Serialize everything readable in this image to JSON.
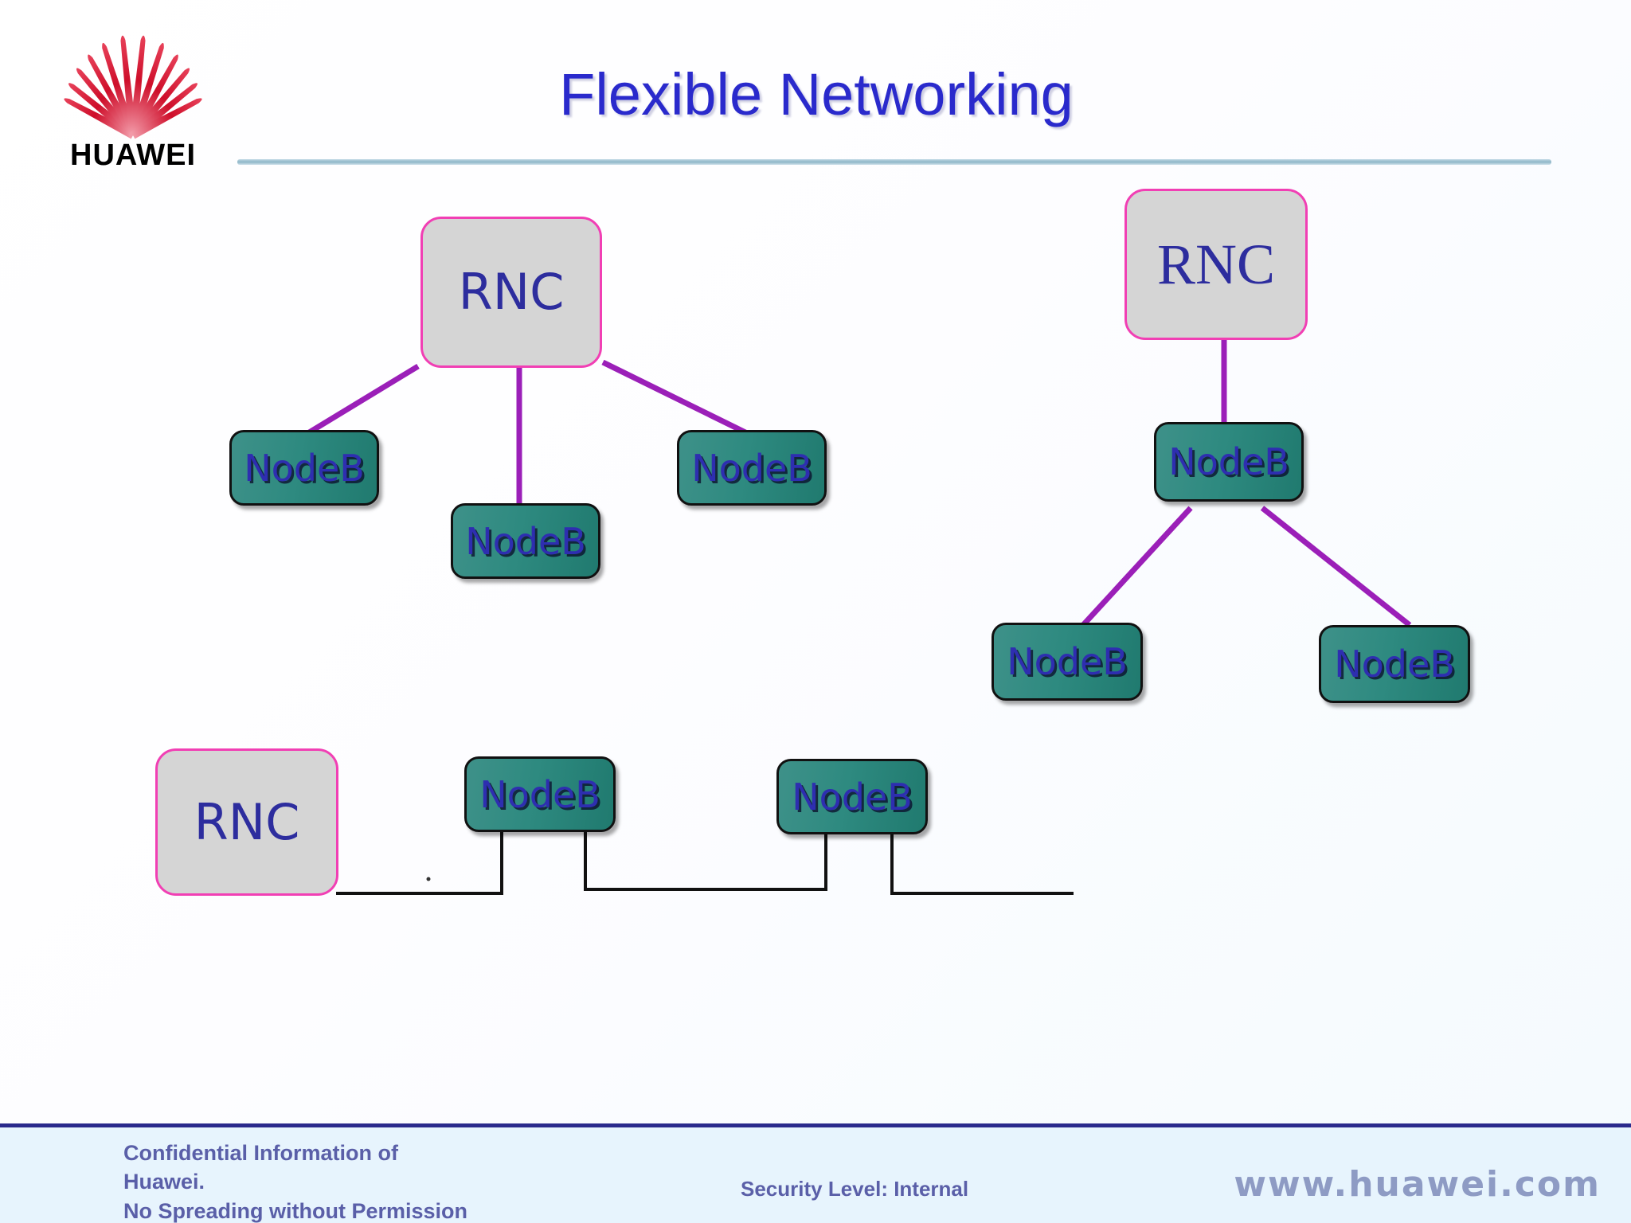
{
  "brand": {
    "logo_icon": "huawei-fan-logo-icon",
    "logo_text": "HUAWEI",
    "logo_color": "#D8192F"
  },
  "header": {
    "title": "Flexible Networking",
    "title_color": "#2A2ACC",
    "rule_color": "#8FB6C8"
  },
  "diagram": {
    "rnc_border_color": "#F13FB4",
    "rnc_fill_color": "#D5D5D5",
    "nodeb_fill_color": "#2E8A80",
    "connector_color_star": "#9B1FB8",
    "connector_color_bus": "#111111",
    "label_color": "#2D2D9E",
    "topologies": [
      {
        "name": "star-topology",
        "root": {
          "id": "rnc-star",
          "label": "RNC",
          "font": "casual"
        },
        "children": [
          {
            "id": "nodeb-star-left",
            "label": "NodeB"
          },
          {
            "id": "nodeb-star-middle",
            "label": "NodeB"
          },
          {
            "id": "nodeb-star-right",
            "label": "NodeB"
          }
        ]
      },
      {
        "name": "tree-topology",
        "root": {
          "id": "rnc-tree",
          "label": "RNC",
          "font": "serif"
        },
        "children": [
          {
            "id": "nodeb-tree-top",
            "label": "NodeB"
          },
          {
            "id": "nodeb-tree-left",
            "label": "NodeB"
          },
          {
            "id": "nodeb-tree-right",
            "label": "NodeB"
          }
        ]
      },
      {
        "name": "chain-topology",
        "root": {
          "id": "rnc-chain",
          "label": "RNC",
          "font": "casual"
        },
        "children": [
          {
            "id": "nodeb-chain-first",
            "label": "NodeB"
          },
          {
            "id": "nodeb-chain-second",
            "label": "NodeB"
          }
        ]
      }
    ]
  },
  "footer": {
    "confidential_line1": "Confidential Information of",
    "confidential_line2": "Huawei.",
    "confidential_line3": "No Spreading without Permission",
    "security_level": "Security Level: Internal",
    "website": "www.huawei.com",
    "background": "#E7F4FD",
    "border_color": "#2A2A8C",
    "text_color": "#5A5FA8"
  }
}
